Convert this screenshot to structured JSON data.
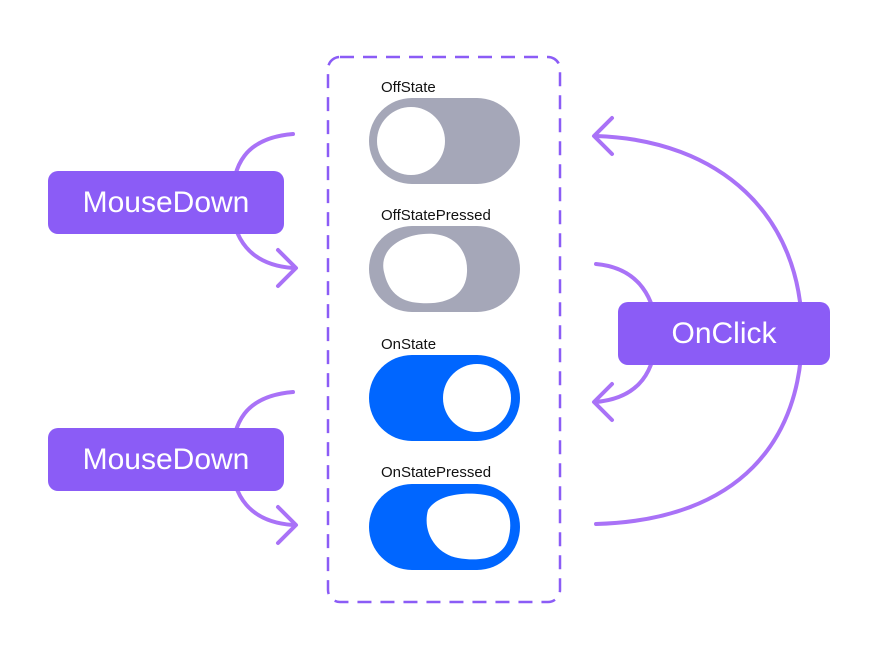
{
  "colors": {
    "accent": "#8B5CF6",
    "arrow": "#A972F7",
    "toggle_off": "#A5A7B8",
    "toggle_on": "#0066FF",
    "knob": "#FFFFFF"
  },
  "states": [
    {
      "label": "OffState",
      "value": "off",
      "pressed": false
    },
    {
      "label": "OffStatePressed",
      "value": "off",
      "pressed": true
    },
    {
      "label": "OnState",
      "value": "on",
      "pressed": false
    },
    {
      "label": "OnStatePressed",
      "value": "on",
      "pressed": true
    }
  ],
  "events": {
    "mousedown_top": "MouseDown",
    "mousedown_bottom": "MouseDown",
    "onclick": "OnClick"
  },
  "transitions": [
    {
      "from": "OffState",
      "to": "OffStatePressed",
      "event": "MouseDown"
    },
    {
      "from": "OnState",
      "to": "OnStatePressed",
      "event": "MouseDown"
    },
    {
      "from": "OffStatePressed",
      "to": "OnState",
      "event": "OnClick"
    },
    {
      "from": "OnStatePressed",
      "to": "OffState",
      "event": "OnClick"
    }
  ]
}
